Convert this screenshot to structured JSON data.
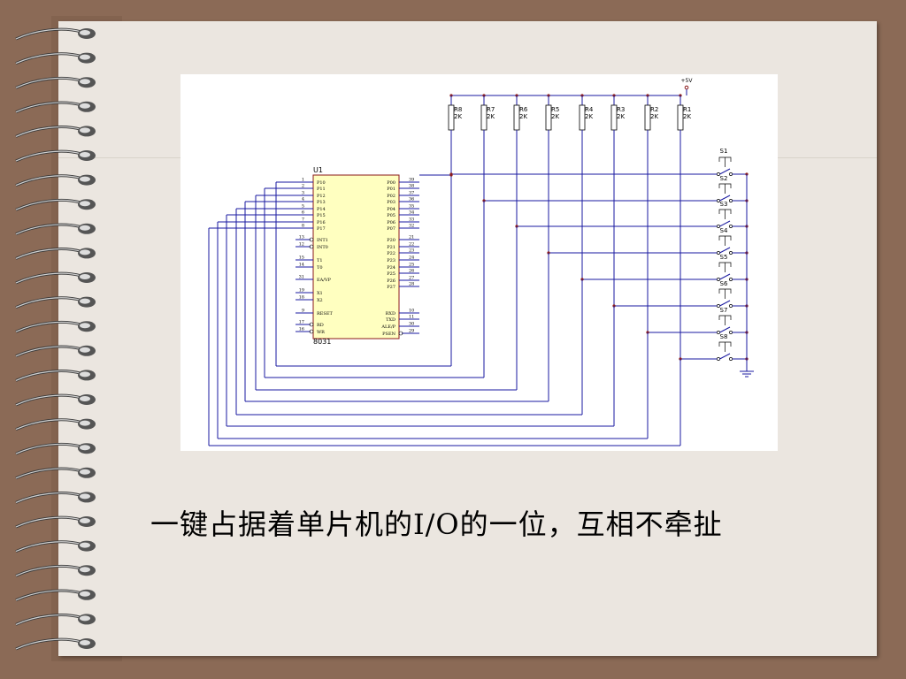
{
  "slide": {
    "caption": "一键占据着单片机的I/O的一位，互相不牵扯"
  },
  "schematic": {
    "chip": {
      "ref": "U1",
      "part": "8031",
      "left_pins": [
        {
          "num": "1",
          "name": "P10"
        },
        {
          "num": "2",
          "name": "P11"
        },
        {
          "num": "3",
          "name": "P12"
        },
        {
          "num": "4",
          "name": "P13"
        },
        {
          "num": "5",
          "name": "P14"
        },
        {
          "num": "6",
          "name": "P15"
        },
        {
          "num": "7",
          "name": "P16"
        },
        {
          "num": "8",
          "name": "P17"
        },
        {
          "num": "13",
          "name": "INT1"
        },
        {
          "num": "12",
          "name": "INT0"
        },
        {
          "num": "15",
          "name": "T1"
        },
        {
          "num": "14",
          "name": "T0"
        },
        {
          "num": "31",
          "name": "EA/VP"
        },
        {
          "num": "19",
          "name": "X1"
        },
        {
          "num": "18",
          "name": "X2"
        },
        {
          "num": "9",
          "name": "RESET"
        },
        {
          "num": "17",
          "name": "RD"
        },
        {
          "num": "16",
          "name": "WR"
        }
      ],
      "right_pins": [
        {
          "num": "39",
          "name": "P00"
        },
        {
          "num": "38",
          "name": "P01"
        },
        {
          "num": "37",
          "name": "P02"
        },
        {
          "num": "36",
          "name": "P03"
        },
        {
          "num": "35",
          "name": "P04"
        },
        {
          "num": "34",
          "name": "P05"
        },
        {
          "num": "33",
          "name": "P06"
        },
        {
          "num": "32",
          "name": "P07"
        },
        {
          "num": "21",
          "name": "P20"
        },
        {
          "num": "22",
          "name": "P21"
        },
        {
          "num": "23",
          "name": "P22"
        },
        {
          "num": "24",
          "name": "P23"
        },
        {
          "num": "25",
          "name": "P24"
        },
        {
          "num": "26",
          "name": "P25"
        },
        {
          "num": "27",
          "name": "P26"
        },
        {
          "num": "28",
          "name": "P27"
        },
        {
          "num": "10",
          "name": "RXD"
        },
        {
          "num": "11",
          "name": "TXD"
        },
        {
          "num": "30",
          "name": "ALE/P"
        },
        {
          "num": "29",
          "name": "PSEN"
        }
      ]
    },
    "resistors": [
      {
        "ref": "R8",
        "value": "2K"
      },
      {
        "ref": "R7",
        "value": "2K"
      },
      {
        "ref": "R6",
        "value": "2K"
      },
      {
        "ref": "R5",
        "value": "2K"
      },
      {
        "ref": "R4",
        "value": "2K"
      },
      {
        "ref": "R3",
        "value": "2K"
      },
      {
        "ref": "R2",
        "value": "2K"
      },
      {
        "ref": "R1",
        "value": "2K"
      }
    ],
    "switches": [
      "S1",
      "S2",
      "S3",
      "S4",
      "S5",
      "S6",
      "S7",
      "S8"
    ],
    "supply_label": "+5V",
    "colors": {
      "wire": "#1a1aa0",
      "chip_fill": "#ffffc0",
      "chip_border": "#8b1a1a",
      "junction": "#8b1a1a",
      "paper": "#ebe6e0",
      "background": "#8b6a56"
    }
  }
}
